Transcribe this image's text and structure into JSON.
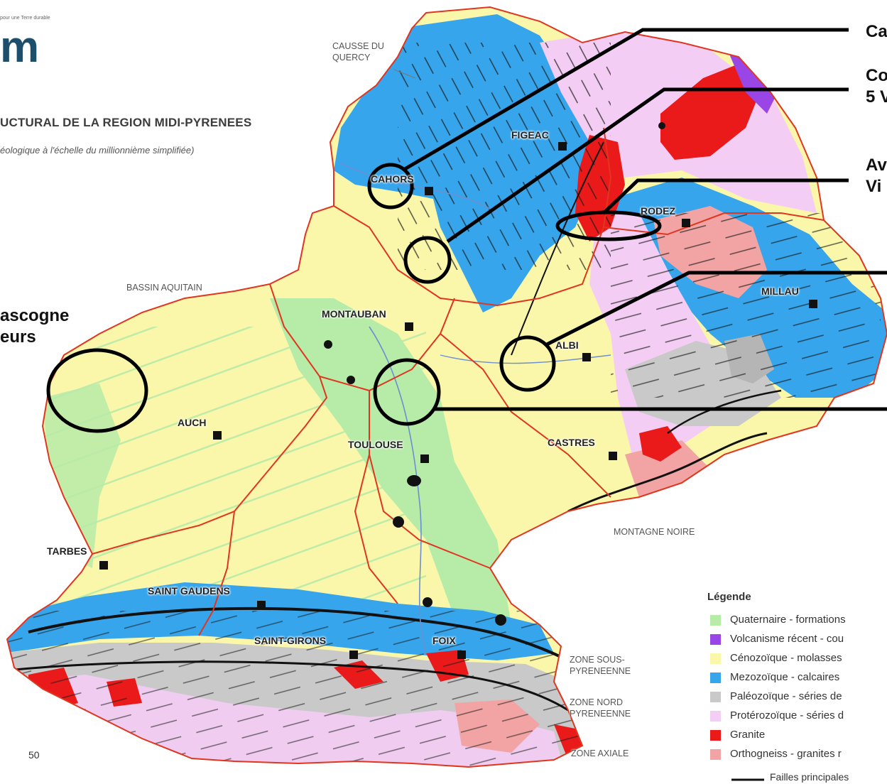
{
  "header": {
    "logo_text": "m",
    "logo_tagline": "pour une Terre durable",
    "title": "UCTURAL DE LA REGION MIDI-PYRENEES",
    "subtitle": "éologique à l'échelle du millionnième simplifiée)"
  },
  "cities": [
    {
      "name": "CAHORS"
    },
    {
      "name": "FIGEAC"
    },
    {
      "name": "RODEZ"
    },
    {
      "name": "MILLAU"
    },
    {
      "name": "MONTAUBAN"
    },
    {
      "name": "ALBI"
    },
    {
      "name": "AUCH"
    },
    {
      "name": "TOULOUSE"
    },
    {
      "name": "CASTRES"
    },
    {
      "name": "TARBES"
    },
    {
      "name": "SAINT GAUDENS"
    },
    {
      "name": "SAINT-GIRONS"
    },
    {
      "name": "FOIX"
    }
  ],
  "regions": [
    {
      "name": "CAUSSE DU\nQUERCY"
    },
    {
      "name": "BASSIN AQUITAIN"
    },
    {
      "name": "MONTAGNE NOIRE"
    },
    {
      "name": "ZONE SOUS-\nPYRENEENNE"
    },
    {
      "name": "ZONE NORD\nPYRENEENNE"
    },
    {
      "name": "ZONE AXIALE"
    }
  ],
  "callouts": [
    {
      "text": "Ca"
    },
    {
      "text": "Co\n5 V"
    },
    {
      "text": "Av\nVi"
    },
    {
      "text": "ascogne\neurs"
    }
  ],
  "legend": {
    "title": "Légende",
    "items": [
      {
        "label": "Quaternaire - formations",
        "color": "#b7eba8"
      },
      {
        "label": "Volcanisme récent - cou",
        "color": "#9a46e6"
      },
      {
        "label": "Cénozoïque - molasses",
        "color": "#fbf7aa"
      },
      {
        "label": "Mezozoïque - calcaires",
        "color": "#36a5ec"
      },
      {
        "label": "Paléozoïque - séries de",
        "color": "#c9c9c9"
      },
      {
        "label": "Protérozoïque - séries d",
        "color": "#f4cdf4"
      },
      {
        "label": "Granite",
        "color": "#ea1a1a"
      },
      {
        "label": "Orthogneiss - granites r",
        "color": "#f2a4a4"
      }
    ],
    "fault_label": "Failles principales"
  },
  "page_number": "50",
  "colors": {
    "quaternary": "#b7eba8",
    "cenozoic": "#fbf7aa",
    "mesozoic": "#36a5ec",
    "paleozoic": "#c9c9c9",
    "proterozoic": "#f4cdf4",
    "granite": "#ea1a1a",
    "orthogneiss": "#f2a4a4",
    "volcanic": "#9a46e6",
    "department_border": "#e0361f"
  }
}
